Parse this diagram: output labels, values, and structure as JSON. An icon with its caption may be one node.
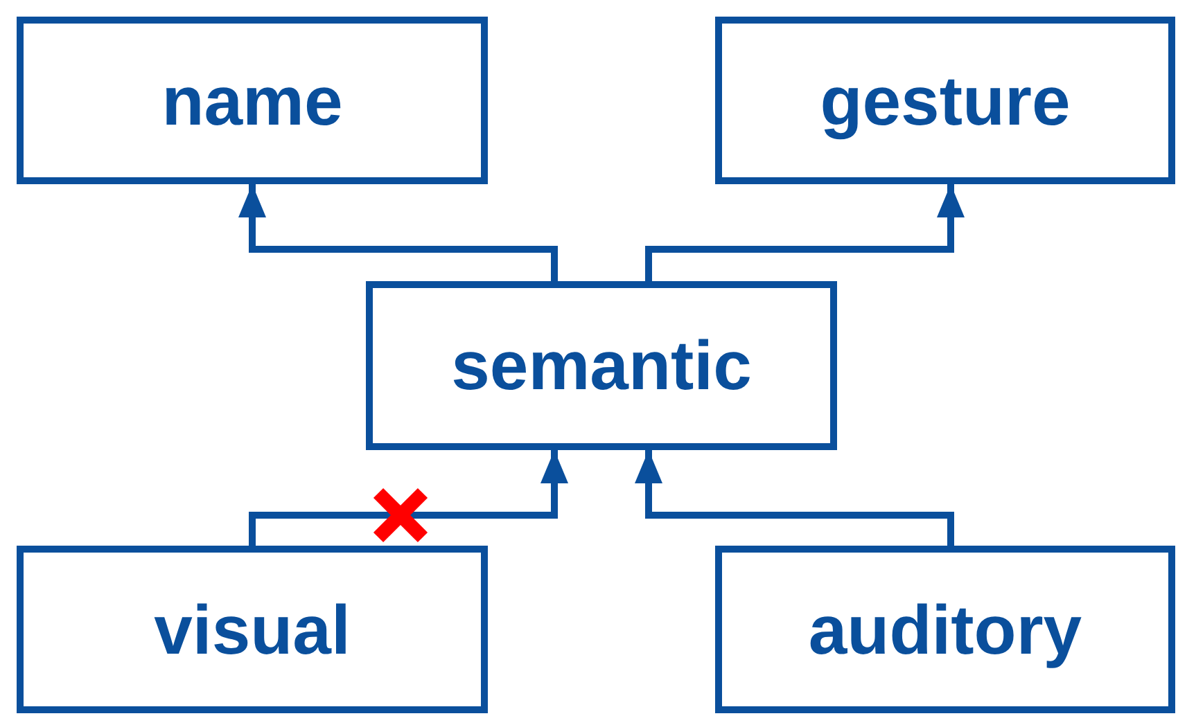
{
  "diagram": {
    "nodes": [
      {
        "text": [
          "name"
        ]
      },
      {
        "text": [
          "gesture"
        ]
      },
      {
        "text": [
          "semantic"
        ]
      },
      {
        "text": [
          "visual"
        ]
      },
      {
        "text": [
          "auditory"
        ]
      }
    ],
    "edges": [
      {
        "from": 2,
        "to": 0,
        "arrow": "to"
      },
      {
        "from": 2,
        "to": 1,
        "arrow": "to"
      },
      {
        "from": 3,
        "to": 2,
        "arrow": "to"
      },
      {
        "from": 4,
        "to": 2,
        "arrow": "to"
      }
    ]
  }
}
